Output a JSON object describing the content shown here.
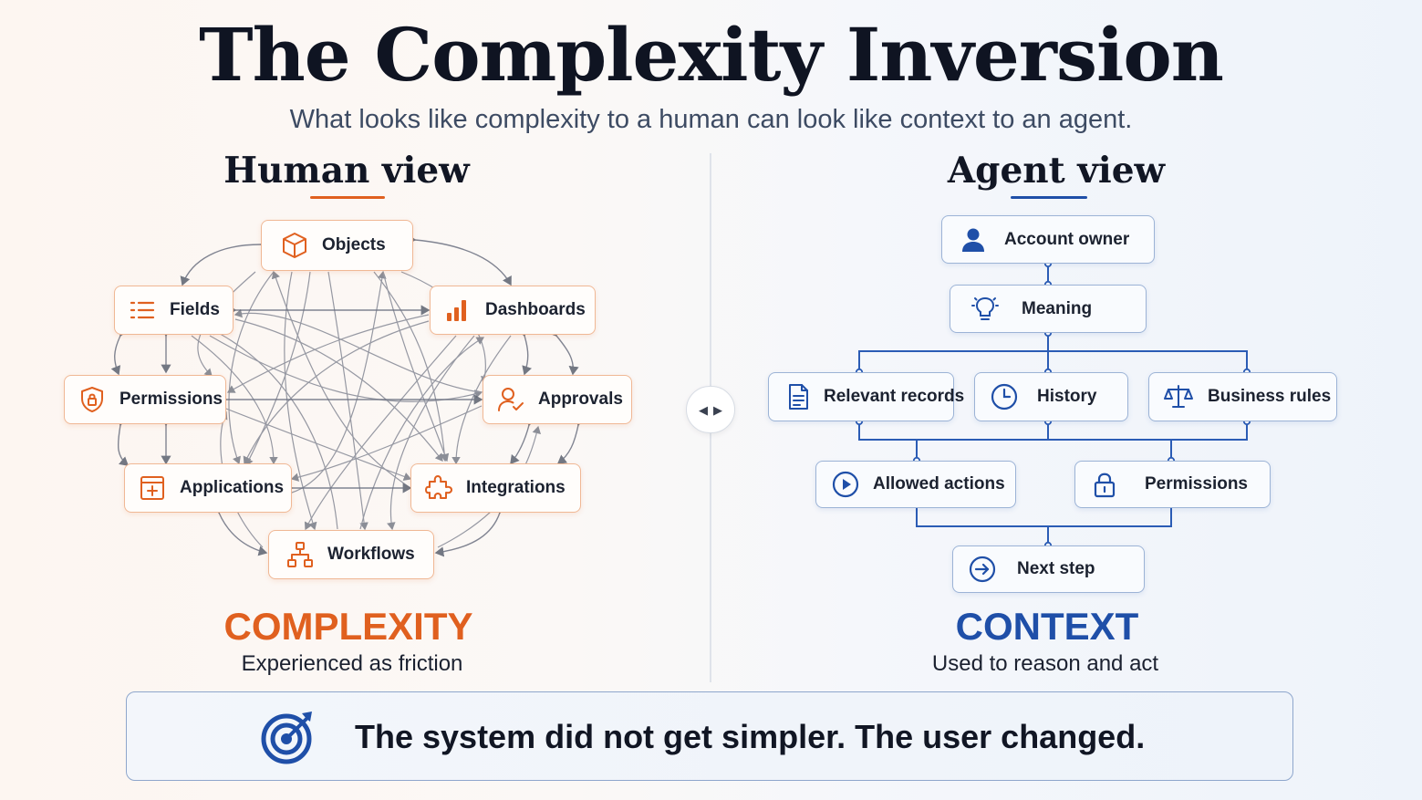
{
  "title": "The Complexity Inversion",
  "subtitle": "What looks like complexity to a human can look like context to an agent.",
  "human_view": {
    "heading": "Human view",
    "accent_color": "#e0601f",
    "nodes": {
      "objects": {
        "label": "Objects",
        "icon": "cube-icon"
      },
      "fields": {
        "label": "Fields",
        "icon": "list-icon"
      },
      "dashboards": {
        "label": "Dashboards",
        "icon": "bar-chart-icon"
      },
      "permissions": {
        "label": "Permissions",
        "icon": "shield-lock-icon"
      },
      "approvals": {
        "label": "Approvals",
        "icon": "user-check-icon"
      },
      "applications": {
        "label": "Applications",
        "icon": "app-window-icon"
      },
      "integrations": {
        "label": "Integrations",
        "icon": "puzzle-icon"
      },
      "workflows": {
        "label": "Workflows",
        "icon": "hierarchy-icon"
      }
    },
    "label": "COMPLEXITY",
    "caption": "Experienced as friction"
  },
  "agent_view": {
    "heading": "Agent view",
    "accent_color": "#1f4fa8",
    "nodes": {
      "account_owner": {
        "label": "Account owner",
        "icon": "user-icon"
      },
      "meaning": {
        "label": "Meaning",
        "icon": "lightbulb-icon"
      },
      "relevant_records": {
        "label": "Relevant records",
        "icon": "document-icon"
      },
      "history": {
        "label": "History",
        "icon": "clock-icon"
      },
      "business_rules": {
        "label": "Business rules",
        "icon": "scales-icon"
      },
      "allowed_actions": {
        "label": "Allowed actions",
        "icon": "play-circle-icon"
      },
      "permissions": {
        "label": "Permissions",
        "icon": "padlock-icon"
      },
      "next_step": {
        "label": "Next step",
        "icon": "arrow-circle-icon"
      }
    },
    "label": "CONTEXT",
    "caption": "Used to reason and act"
  },
  "toggle": {
    "left_glyph": "◀",
    "right_glyph": "▶"
  },
  "banner": {
    "icon": "target-icon",
    "message": "The system did not get simpler. The user changed."
  }
}
